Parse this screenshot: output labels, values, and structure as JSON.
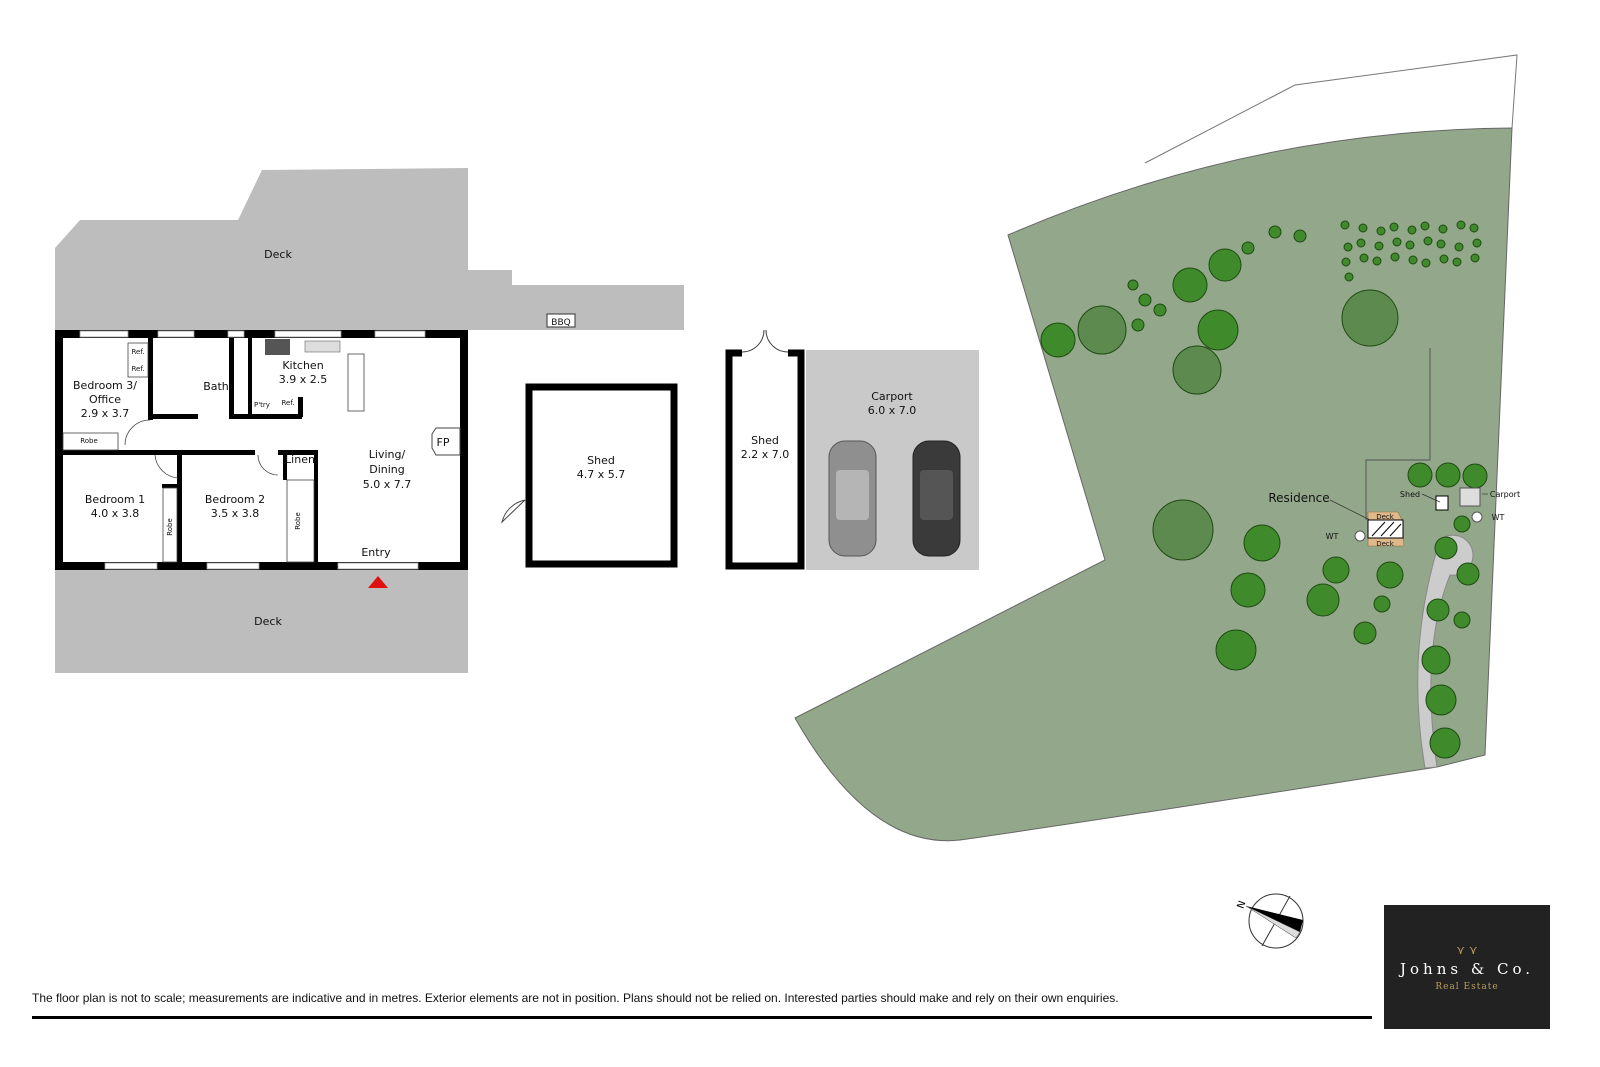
{
  "floor_plan": {
    "deck_top": "Deck",
    "deck_bottom": "Deck",
    "bbq": "BBQ",
    "bedroom3": {
      "name": "Bedroom 3/",
      "name2": "Office",
      "size": "2.9 x 3.7"
    },
    "ref1": "Ref.",
    "ref2": "Ref.",
    "ref3": "Ref.",
    "pantry": "P'try",
    "bath": "Bath",
    "kitchen": {
      "name": "Kitchen",
      "size": "3.9 x 2.5"
    },
    "robe1": "Robe",
    "robe2": "Robe",
    "robe3": "Robe",
    "fp": "FP",
    "linen": "Linen",
    "living": {
      "name": "Living/",
      "name2": "Dining",
      "size": "5.0 x 7.7"
    },
    "bedroom1": {
      "name": "Bedroom 1",
      "size": "4.0 x 3.8"
    },
    "bedroom2": {
      "name": "Bedroom 2",
      "size": "3.5 x 3.8"
    },
    "entry": "Entry"
  },
  "shed_large": {
    "name": "Shed",
    "size": "4.7 x 5.7"
  },
  "shed_small": {
    "name": "Shed",
    "size": "2.2 x 7.0"
  },
  "carport": {
    "name": "Carport",
    "size": "6.0 x 7.0"
  },
  "site_plan": {
    "residence": "Residence",
    "deck1": "Deck",
    "deck2": "Deck",
    "shed": "Shed",
    "carport": "Carport",
    "wt1": "WT",
    "wt2": "WT"
  },
  "compass": {
    "north": "N"
  },
  "disclaimer": "The floor plan is not to scale; measurements are indicative and in metres. Exterior elements are not in position. Plans should not be relied on. Interested parties should make and rely on their own enquiries.",
  "logo": {
    "name": "Johns & Co.",
    "tagline": "Real Estate"
  },
  "colors": {
    "lawn": "#93a88a",
    "tree": "#3f8a2a",
    "deck": "#bdbdbd",
    "site_deck": "#e0b98a"
  }
}
